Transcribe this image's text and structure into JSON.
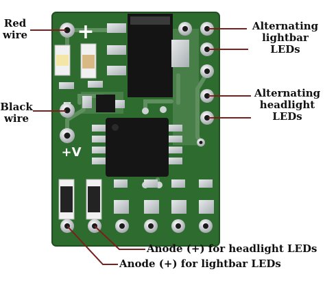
{
  "labels": {
    "red_wire": "Red\nwire",
    "black_wire": "Black\nwire",
    "lightbar": "Alternating\nlightbar\nLEDs",
    "headlight": "Alternating\nheadlight\nLEDs",
    "anode_headlight": "Anode (+) for headlight LEDs",
    "anode_lightbar": "Anode (+) for lightbar LEDs"
  },
  "silkscreen": {
    "plus": "+",
    "minus": "–",
    "plus_v": "+V"
  },
  "colors": {
    "pcb": "#2e6b2f",
    "pcb_dark": "#1f4f20",
    "silk": "#ffffff",
    "pad": "#cfd3d6",
    "trace": "#5f8f5f",
    "chip": "#141414"
  }
}
